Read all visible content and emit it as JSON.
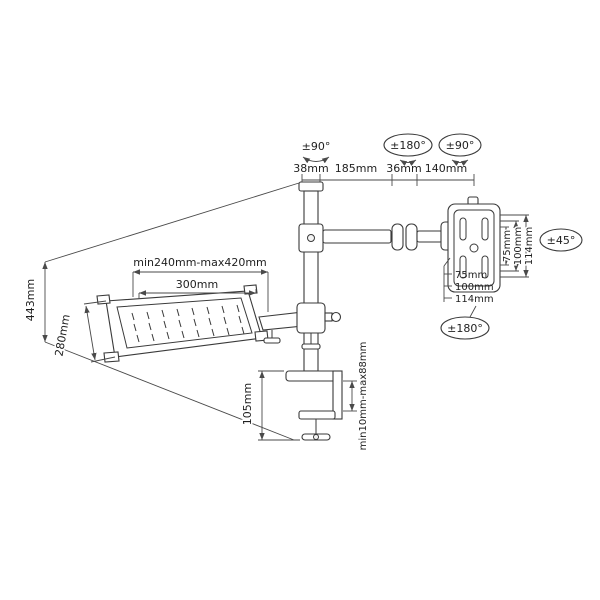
{
  "diagram": {
    "rotations": {
      "pole_swivel": "±90°",
      "arm_mid": "±180°",
      "arm_end": "±90°",
      "vesa_tilt": "±45°",
      "vesa_rotate": "±180°"
    },
    "top_dims": {
      "pole_width": "38mm",
      "arm1_length": "185mm",
      "joint_width": "36mm",
      "arm2_length": "140mm"
    },
    "vesa_right": {
      "d75": "75mm",
      "d100": "100mm",
      "d114": "114mm"
    },
    "vesa_below": {
      "d75": "75mm",
      "d100": "100mm",
      "d114": "114mm"
    },
    "left_dims": {
      "total_height": "443mm",
      "tray_depth": "280mm"
    },
    "tray_dims": {
      "extension_range": "min240mm-max420mm",
      "width": "300mm"
    },
    "clamp_dims": {
      "clamp_height": "105mm",
      "desk_range": "min10mm-max88mm"
    }
  }
}
